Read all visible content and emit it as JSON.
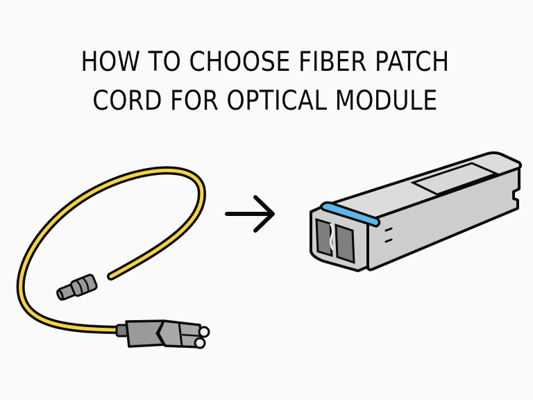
{
  "title": {
    "line1": "HOW TO CHOOSE FIBER PATCH",
    "line2": "CORD FOR OPTICAL MODULE"
  },
  "illustration": {
    "left": "fiber-patch-cord",
    "connector": "arrow-right",
    "right": "optical-module-sfp"
  },
  "colors": {
    "background": "#fafafa",
    "cable": "#f5d442",
    "outline": "#0a0a0a",
    "connector_gray": "#9a9a9a",
    "module_body": "#d2d2d2",
    "module_latch": "#5cb6e6"
  }
}
